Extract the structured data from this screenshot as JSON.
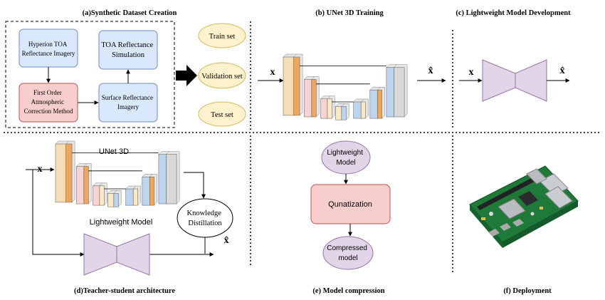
{
  "captions": {
    "a": "(a)Synthetic Dataset Creation",
    "b": "(b)  UNet 3D Training",
    "c": "(c)  Lightweight Model Development",
    "d": "(d)Teacher-student architecture",
    "e": "(e) Model compression",
    "f": "(f)  Deployment"
  },
  "panel_a": {
    "hyperion": [
      "Hyperion TOA",
      "Reflectance Imagery"
    ],
    "toa_sim": [
      "TOA Reflectance",
      "Simulation"
    ],
    "first_order": [
      "First Order",
      "Atmospheric",
      "Correction Method"
    ],
    "surface": [
      "Surface Reflectance",
      "Imagery"
    ],
    "sets": [
      "Train set",
      "Validation set",
      "Test set"
    ]
  },
  "symbols": {
    "input": "x",
    "output": "x̂"
  },
  "panel_d": {
    "unet_label": "UNet 3D",
    "lightweight_label": "Lightweight Model",
    "kd": [
      "Knowledge",
      "Distillation"
    ]
  },
  "panel_e": {
    "lightweight": [
      "Lightweight",
      "Model"
    ],
    "quantization": "Qunatization",
    "compressed": [
      "Compressed",
      "model"
    ]
  },
  "colors": {
    "blue_box": "#dae8fc",
    "blue_border": "#6c8ebf",
    "red_box": "#f8cecc",
    "red_border": "#b85450",
    "yellow_box": "#fff2cc",
    "yellow_border": "#d6b656",
    "purple_box": "#e1d5e7",
    "purple_border": "#9673a6",
    "pcb_green": "#1f7a3a"
  }
}
